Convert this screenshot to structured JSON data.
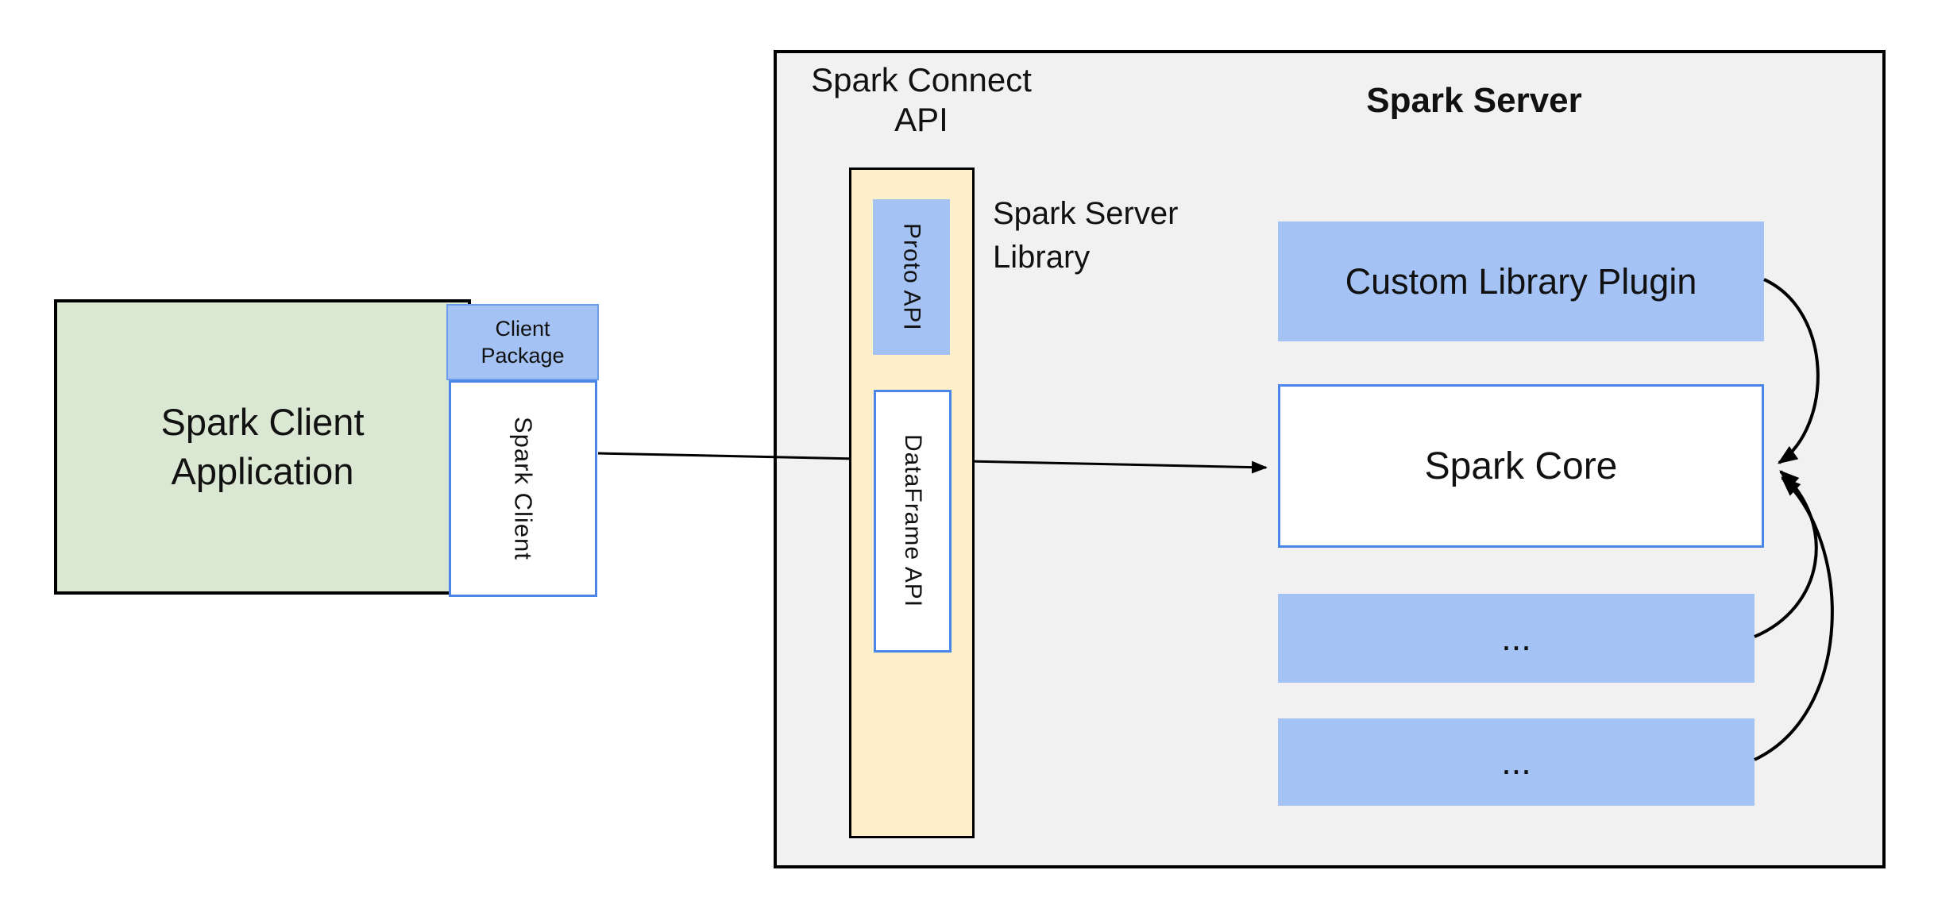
{
  "colors": {
    "gray_fill": "#f1f1f2",
    "green_fill": "#d9e7d3",
    "blue_fill": "#a4c2f4",
    "blue_border": "#4a86e8",
    "yellow_fill": "#fdefc9",
    "arrow_color": "#000000"
  },
  "client_app": {
    "line1": "Spark Client",
    "line2": "Application"
  },
  "client_package": {
    "line1": "Client",
    "line2": "Package"
  },
  "spark_client_label": "Spark Client",
  "connect_api_title": {
    "line1": "Spark Connect",
    "line2": "API"
  },
  "server_title": "Spark Server",
  "server_library": {
    "line1": "Spark Server",
    "line2": "Library"
  },
  "proto_api_label": "Proto API",
  "dataframe_api_label": "DataFrame API",
  "plugin_label": "Custom Library Plugin",
  "core_label": "Spark Core",
  "ellipsis_boxes": {
    "box1": "...",
    "box2": "..."
  }
}
